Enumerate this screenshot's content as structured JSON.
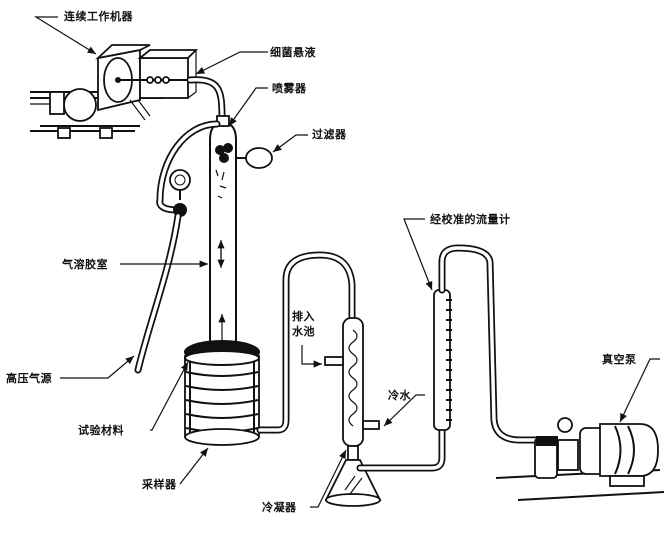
{
  "labels": {
    "continuous_machine": "连续工作机器",
    "bacteria_suspension": "细菌悬液",
    "nebulizer": "喷雾器",
    "filter": "过滤器",
    "aerosol_chamber": "气溶胶室",
    "high_pressure_gas": "高压气源",
    "test_material": "试验材料",
    "sampler": "采样器",
    "drain_line1": "排入",
    "drain_line2": "水池",
    "cold_water": "冷水",
    "condenser": "冷凝器",
    "flowmeter": "经校准的流量计",
    "vacuum_pump": "真空泵"
  },
  "colors": {
    "ink": "#111111",
    "background": "#ffffff"
  }
}
